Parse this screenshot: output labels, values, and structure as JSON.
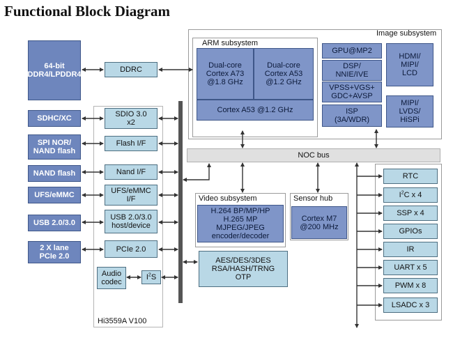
{
  "title": "Functional Block Diagram",
  "chip_label": "Hi3559A V100",
  "external": {
    "ddr": "64-bit DDR4/LPDDR4",
    "sdhc": "SDHC/XC",
    "spi_nor": "SPI NOR/ NAND flash",
    "nand": "NAND flash",
    "ufs": "UFS/eMMC",
    "usb": "USB 2.0/3.0",
    "pcie": "2 X lane PCIe 2.0"
  },
  "internal": {
    "ddrc": "DDRC",
    "sdio": "SDIO 3.0 x2",
    "flash_if": "Flash I/F",
    "nand_if": "Nand I/F",
    "ufs_if": "UFS/eMMC I/F",
    "usb_host": "USB 2.0/3.0 host/device",
    "pcie_if": "PCIe 2.0",
    "audio": "Audio codec",
    "i2s_pre": "I",
    "i2s_sup": "2",
    "i2s_post": "S"
  },
  "arm": {
    "label": "ARM subsystem",
    "a73": "Dual-core Cortex A73 @1.8 GHz",
    "a53_dual": "Dual-core Cortex A53 @1.2 GHz",
    "a53": "Cortex A53 @1.2 GHz"
  },
  "image": {
    "label": "Image subsystem",
    "gpu": "GPU@MP2",
    "dsp": "DSP/ NNIE/IVE",
    "vpss": "VPSS+VGS+ GDC+AVSP",
    "isp": "ISP (3A/WDR)",
    "hdmi": "HDMI/ MIPI/ LCD",
    "mipi": "MIPI/ LVDS/ HiSPi"
  },
  "noc": "NOC bus",
  "video": {
    "label": "Video subsystem",
    "codec": "H.264 BP/MP/HP H.265 MP MJPEG/JPEG encoder/decoder"
  },
  "sensor": {
    "label": "Sensor hub",
    "core": "Cortex M7 @200 MHz"
  },
  "security": "AES/DES/3DES RSA/HASH/TRNG OTP",
  "peripherals": {
    "rtc": "RTC",
    "i2c_pre": "I",
    "i2c_sup": "2",
    "i2c_post": "C x 4",
    "ssp": "SSP x 4",
    "gpio": "GPIOs",
    "ir": "IR",
    "uart": "UART x 5",
    "pwm": "PWM x 8",
    "lsadc": "LSADC x 3"
  }
}
